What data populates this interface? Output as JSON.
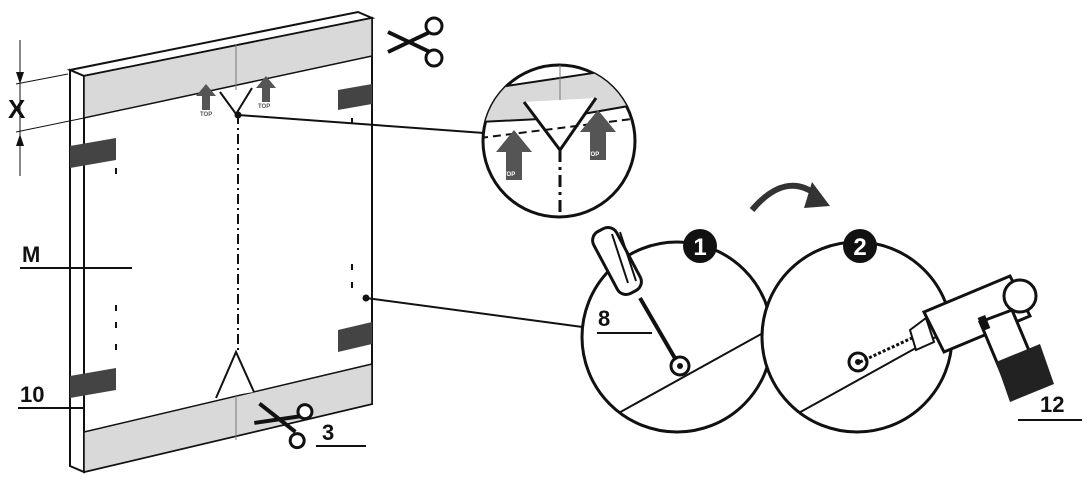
{
  "labels": {
    "x_dim": "X",
    "panel": "M",
    "part_10": "10",
    "part_3": "3",
    "part_8": "8",
    "part_12": "12"
  },
  "steps": [
    {
      "number": "1",
      "tool": "screwdriver-icon"
    },
    {
      "number": "2",
      "tool": "drill-icon"
    }
  ],
  "stickers": {
    "top_text": "TOP"
  },
  "icons": [
    "scissors-icon",
    "rotate-arrow-icon",
    "screwdriver-icon",
    "drill-icon",
    "top-arrow-icon"
  ],
  "colors": {
    "line": "#111111",
    "tape": "#d9d9d9",
    "tab": "#555555",
    "paper": "#ffffff"
  }
}
